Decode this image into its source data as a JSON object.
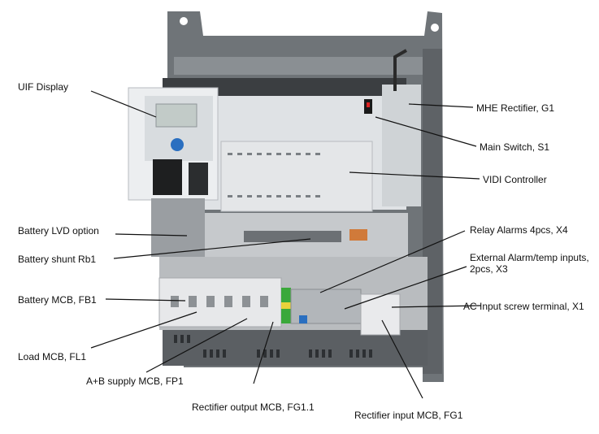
{
  "labels": {
    "uif_display": "UIF Display",
    "mhe_rectifier": "MHE Rectifier, G1",
    "main_switch": "Main Switch, S1",
    "vidi_controller": "VIDI Controller",
    "battery_lvd": "Battery LVD option",
    "battery_shunt": "Battery shunt Rb1",
    "relay_alarms": "Relay Alarms 4pcs, X4",
    "external_alarm": "External Alarm/temp inputs, 2pcs, X3",
    "battery_mcb": "Battery MCB, FB1",
    "ac_input": "AC Input screw terminal, X1",
    "load_mcb": "Load MCB, FL1",
    "ab_supply_mcb": "A+B supply MCB, FP1",
    "rectifier_output_mcb": "Rectifier output MCB, FG1.1",
    "rectifier_input_mcb": "Rectifier input MCB, FG1"
  },
  "colors": {
    "chassis": "#6f7478",
    "chassis_dark": "#4e5256",
    "module_light": "#e4e6e8",
    "module_shade": "#c9ccd0",
    "terminal_green": "#3aa83a",
    "terminal_yellow": "#e8d23a",
    "knob_blue": "#2a6fc0",
    "leader": "#111111"
  }
}
